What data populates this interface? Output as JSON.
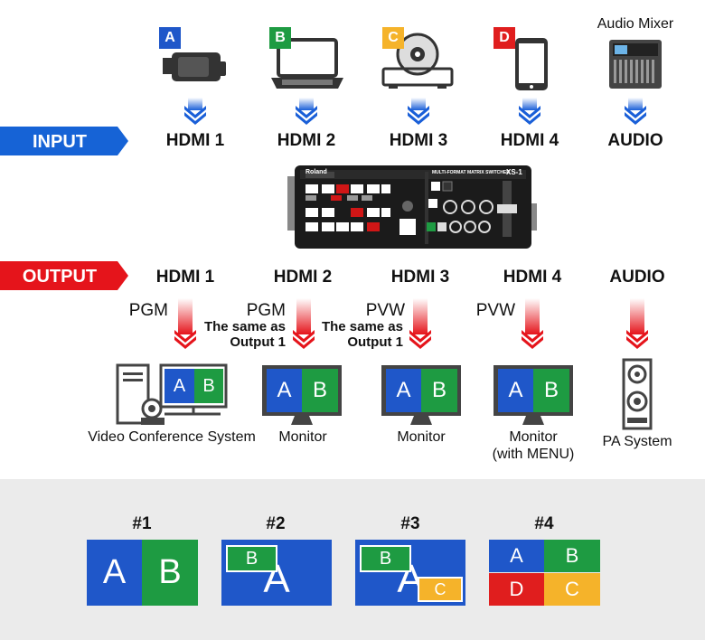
{
  "sources": {
    "a": {
      "badge": "A",
      "label": "HDMI 1"
    },
    "b": {
      "badge": "B",
      "label": "HDMI 2"
    },
    "c": {
      "badge": "C",
      "label": "HDMI 3"
    },
    "d": {
      "badge": "D",
      "label": "HDMI 4"
    },
    "audio": {
      "title": "Audio Mixer",
      "label": "AUDIO"
    }
  },
  "input_tag": "INPUT",
  "output_tag": "OUTPUT",
  "device": {
    "brand": "Roland",
    "model_line": "MULTI-FORMAT MATRIX SWITCHER",
    "model": "XS-1"
  },
  "outputs": {
    "o1": {
      "label": "HDMI 1",
      "mode": "PGM",
      "note": "",
      "dest": "Video Conference System"
    },
    "o2": {
      "label": "HDMI 2",
      "mode": "PGM",
      "note1": "The same as",
      "note2": "Output 1",
      "dest": "Monitor"
    },
    "o3": {
      "label": "HDMI 3",
      "mode": "PVW",
      "note1": "The same as",
      "note2": "Output 1",
      "dest": "Monitor"
    },
    "o4": {
      "label": "HDMI 4",
      "mode": "PVW",
      "dest1": "Monitor",
      "dest2": "(with MENU)"
    },
    "audio": {
      "label": "AUDIO",
      "dest": "PA System"
    }
  },
  "screen_letters": {
    "a": "A",
    "b": "B",
    "c": "C",
    "d": "D"
  },
  "layouts": [
    {
      "title": "#1"
    },
    {
      "title": "#2"
    },
    {
      "title": "#3"
    },
    {
      "title": "#4"
    }
  ],
  "colors": {
    "input_blue": "#1663d6",
    "output_red": "#e5141b",
    "badge_a": "#1f57c9",
    "badge_b": "#1e9b42",
    "badge_c": "#f5b32a",
    "badge_d": "#e01e1e"
  }
}
